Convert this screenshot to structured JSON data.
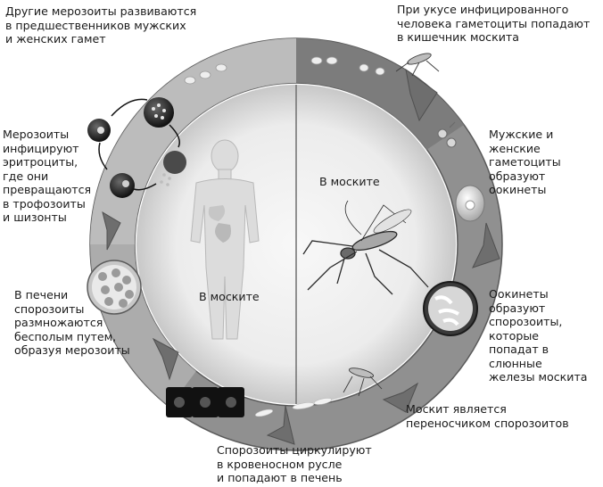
{
  "labels": {
    "other_merozoites": "Другие мерозоиты развиваются\nв предшественников мужских\nи женских гамет",
    "bite": "При укусе инфицированного\nчеловека гаметоциты попадают\nв кишечник москита",
    "infect_rbc": "Мерозоиты\nинфицируют\nэритроциты,\nгде они\nпревращаются\nв трофозоиты\nи шизонты",
    "gametocytes_ookinetes": "Мужские и женские\nгаметоциты\nобразуют\nоокинеты",
    "liver": "В печени\nспорозоиты\nразмножаются\nбесполым путем,\nобразуя мерозоиты",
    "ookinetes_sporozoites": "Оокинеты образуют\nспорозоиты,\nкоторые\nпопадат в слюнные\nжелезы москита",
    "vector": "Москит является\nпереносчиком спорозоитов",
    "circulate": "Спорозоиты циркулируют\nв кровеносном русле\nи попадают в печень"
  },
  "center": {
    "right_label": "В моските",
    "left_label": "В моските"
  }
}
